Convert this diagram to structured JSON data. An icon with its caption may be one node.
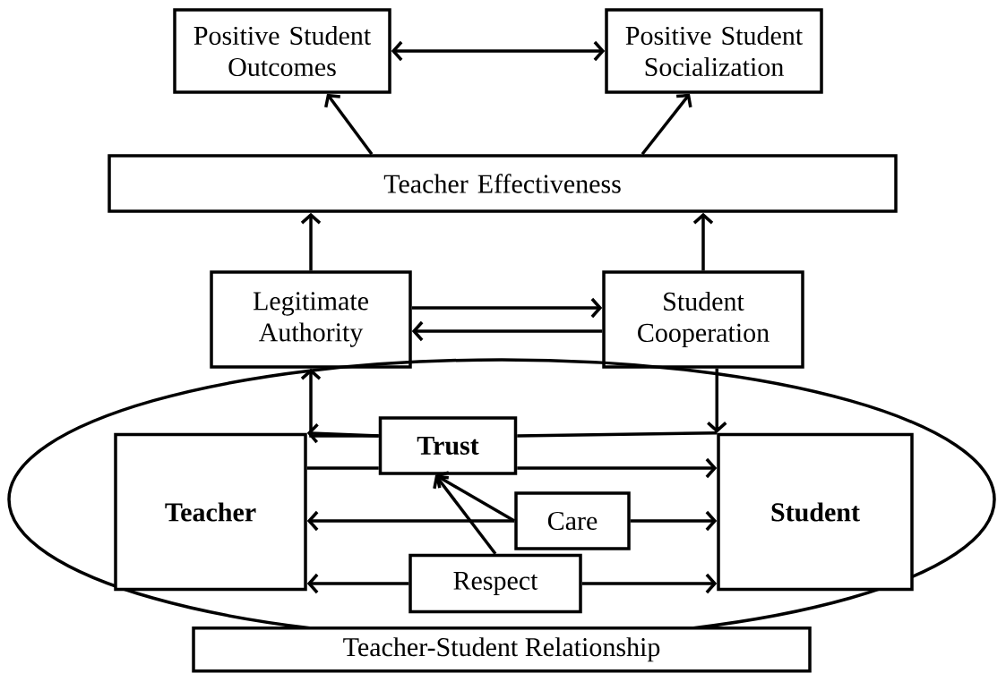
{
  "diagram": {
    "nodes": [
      {
        "text": [
          "Positive Student Outcomes"
        ]
      },
      {
        "text": [
          "Positive Student Socialization"
        ]
      },
      {
        "text": [
          "Teacher Effectiveness"
        ]
      },
      {
        "text": [
          "Legitimate Authority"
        ]
      },
      {
        "text": [
          "Student Cooperation"
        ]
      },
      {
        "text": [
          "Teacher-Student Relationship"
        ]
      },
      {
        "text": [
          "**Teacher**"
        ],
        "in": 5
      },
      {
        "text": [
          "**Student**"
        ],
        "in": 5
      },
      {
        "text": [
          "**Trust**"
        ],
        "in": 5
      },
      {
        "text": [
          "Care"
        ],
        "in": 5
      },
      {
        "text": [
          "Respect"
        ],
        "in": 5
      }
    ],
    "edges": [
      {
        "from": 0,
        "to": 1,
        "arrow": "both"
      },
      {
        "from": 2,
        "to": 0,
        "arrow": "to"
      },
      {
        "from": 2,
        "to": 1,
        "arrow": "to"
      },
      {
        "from": 3,
        "to": 2,
        "arrow": "to"
      },
      {
        "from": 4,
        "to": 2,
        "arrow": "to"
      },
      {
        "from": 3,
        "to": 4,
        "arrow": "to"
      },
      {
        "from": 4,
        "to": 3,
        "arrow": "to"
      },
      {
        "from": 7,
        "to": 8,
        "arrow": "none"
      },
      {
        "from": 8,
        "to": 6,
        "arrow": "to"
      },
      {
        "from": 8,
        "to": 3,
        "arrow": "to"
      },
      {
        "from": 6,
        "to": 8,
        "arrow": "none"
      },
      {
        "from": 8,
        "to": 7,
        "arrow": "to"
      },
      {
        "from": 4,
        "to": 7,
        "arrow": "to"
      },
      {
        "from": 9,
        "to": 6,
        "arrow": "to"
      },
      {
        "from": 9,
        "to": 7,
        "arrow": "to"
      },
      {
        "from": 9,
        "to": 8,
        "arrow": "to"
      },
      {
        "from": 10,
        "to": 8,
        "arrow": "to"
      },
      {
        "from": 10,
        "to": 6,
        "arrow": "to"
      },
      {
        "from": 10,
        "to": 7,
        "arrow": "to"
      }
    ]
  }
}
